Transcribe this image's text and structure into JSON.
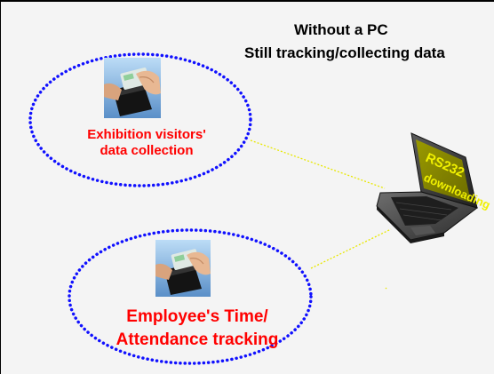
{
  "title": {
    "line1": "Without a PC",
    "line2": "Still tracking/collecting data"
  },
  "groups": [
    {
      "caption_line1": "Exhibition visitors'",
      "caption_line2": "data collection",
      "icon": "card-reader-icon"
    },
    {
      "caption_line1": "Employee's Time/",
      "caption_line2": "Attendance tracking",
      "icon": "card-reader-icon"
    }
  ],
  "laptop": {
    "screen_line1": "RS232",
    "screen_line2": "downloading",
    "icon": "laptop-icon"
  },
  "colors": {
    "ellipse_stroke": "#1010ff",
    "caption_text": "#ff0000",
    "link_line": "#e8e800",
    "screen_bg": "#8a8a00",
    "screen_text": "#f0f000",
    "background": "#f4f4f4"
  }
}
